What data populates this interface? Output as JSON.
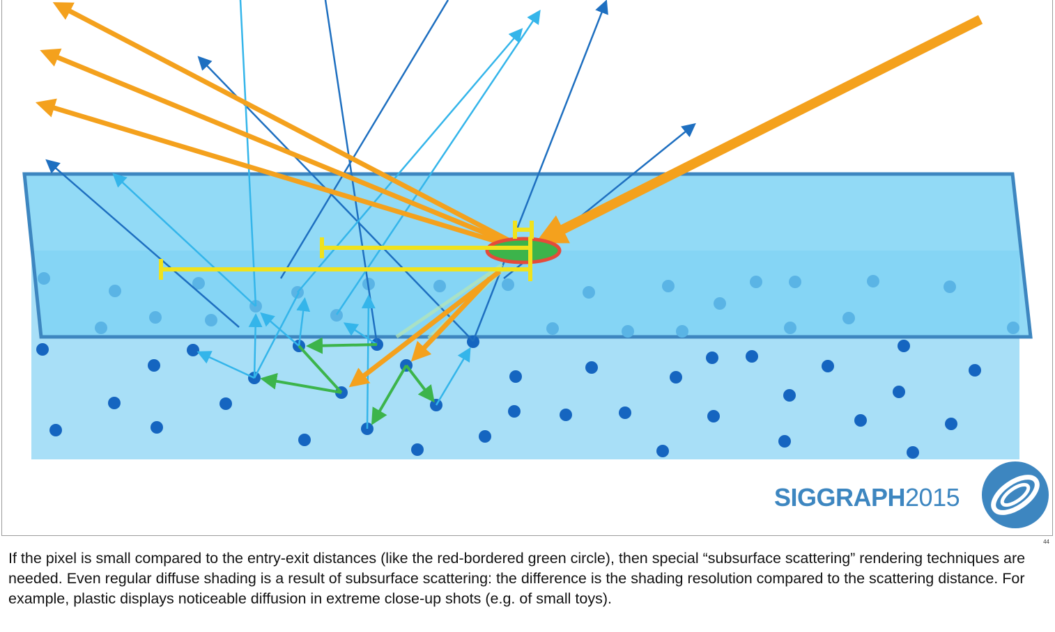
{
  "slide": {
    "logo": {
      "word": "SIGGRAPH",
      "year": "2015"
    },
    "slide_number": "44",
    "diagram": {
      "colors": {
        "top_layer": "#7fd3f5",
        "layer_border": "#3d86c0",
        "lower_layer": "#a8dff7",
        "particle_dark": "#1565c0",
        "particle_light": "#5ab4e5",
        "ray_dark": "#1e6fc0",
        "ray_light": "#34b5ea",
        "light_ray": "#f4a11d",
        "scatter_path": "#3cb44b",
        "distance_bar": "#f0e21c",
        "pixel_fill": "#3cb44b",
        "pixel_border": "#e54b3a"
      },
      "icons": [
        "siggraph-logo-icon"
      ]
    }
  },
  "notes": {
    "text": "If the pixel is small compared to the entry-exit distances (like the red-bordered green circle), then special “subsurface scattering” rendering techniques are needed. Even regular diffuse shading is a result of subsurface scattering: the difference is the shading resolution compared to the scattering distance. For example, plastic displays noticeable diffusion in extreme close-up shots (e.g. of small toys)."
  }
}
